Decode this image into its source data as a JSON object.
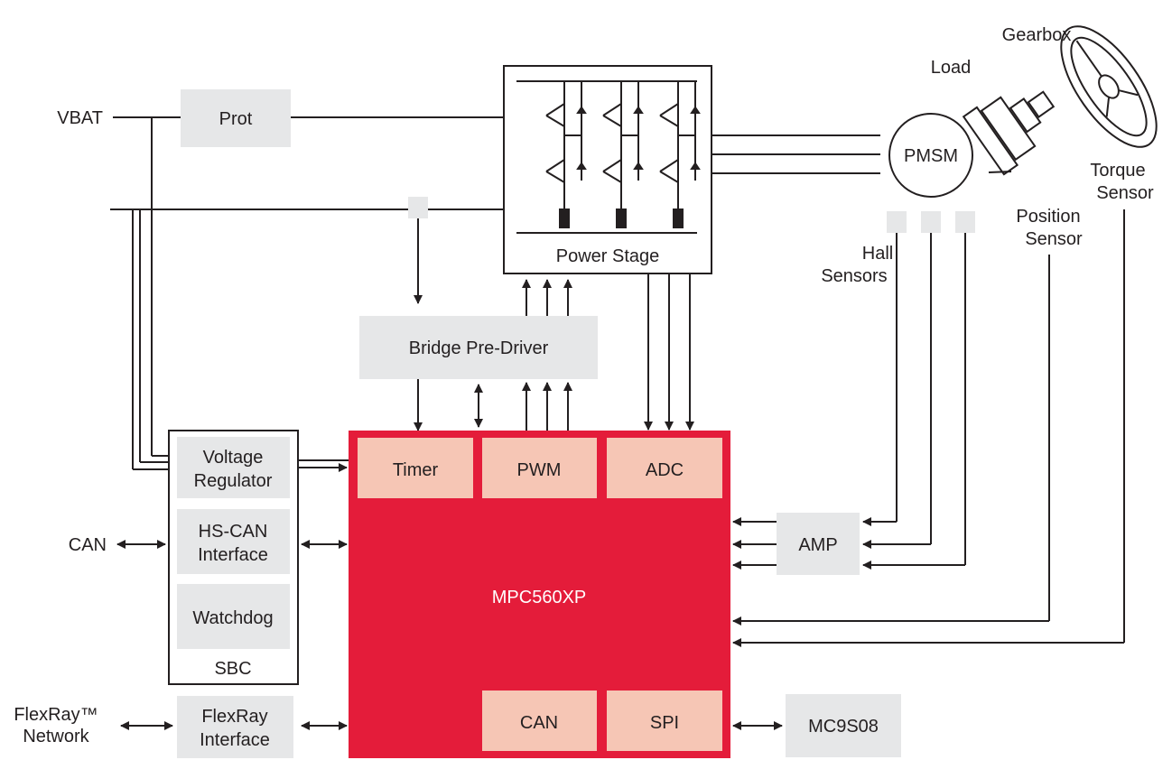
{
  "colors": {
    "mcu": "#e41c3a",
    "peripheral": "#f6c6b5",
    "block": "#e6e7e8",
    "line": "#231f20"
  },
  "inputs": {
    "vbat": "VBAT",
    "can": "CAN",
    "flexray_line1": "FlexRay™",
    "flexray_line2": "Network"
  },
  "blocks": {
    "prot": "Prot",
    "power_stage": "Power Stage",
    "bridge_predriver": "Bridge Pre-Driver",
    "sbc": "SBC",
    "voltage_regulator_line1": "Voltage",
    "voltage_regulator_line2": "Regulator",
    "hscan_line1": "HS-CAN",
    "hscan_line2": "Interface",
    "watchdog": "Watchdog",
    "flexray_if_line1": "FlexRay",
    "flexray_if_line2": "Interface",
    "amp": "AMP",
    "mc9s08": "MC9S08",
    "pmsm": "PMSM"
  },
  "mcu": {
    "name": "MPC560XP",
    "timer": "Timer",
    "pwm": "PWM",
    "adc": "ADC",
    "can": "CAN",
    "spi": "SPI"
  },
  "mechanics": {
    "gearbox": "Gearbox",
    "load": "Load",
    "torque_line1": "Torque",
    "torque_line2": "Sensor",
    "position_line1": "Position",
    "position_line2": "Sensor",
    "hall_line1": "Hall",
    "hall_line2": "Sensors"
  }
}
